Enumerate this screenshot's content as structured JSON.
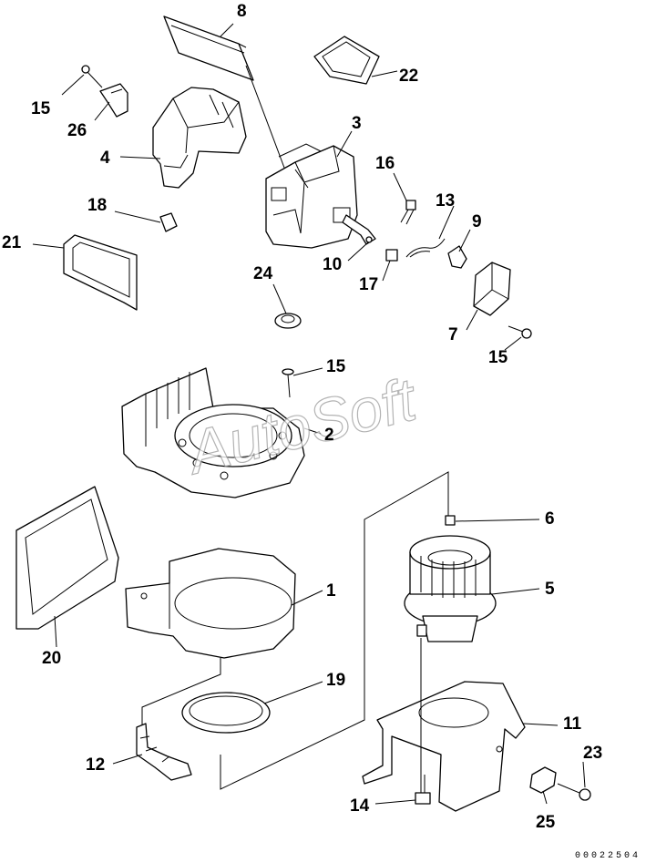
{
  "callouts": {
    "c1": "1",
    "c2": "2",
    "c3": "3",
    "c4": "4",
    "c5": "5",
    "c6": "6",
    "c7": "7",
    "c8": "8",
    "c9": "9",
    "c10": "10",
    "c11": "11",
    "c12": "12",
    "c13": "13",
    "c14": "14",
    "c15a": "15",
    "c15b": "15",
    "c15c": "15",
    "c16": "16",
    "c17": "17",
    "c18": "18",
    "c19": "19",
    "c20": "20",
    "c21": "21",
    "c22": "22",
    "c23": "23",
    "c24": "24",
    "c25": "25",
    "c26": "26"
  },
  "watermark": "AutoSoft",
  "document_number": "00022504"
}
